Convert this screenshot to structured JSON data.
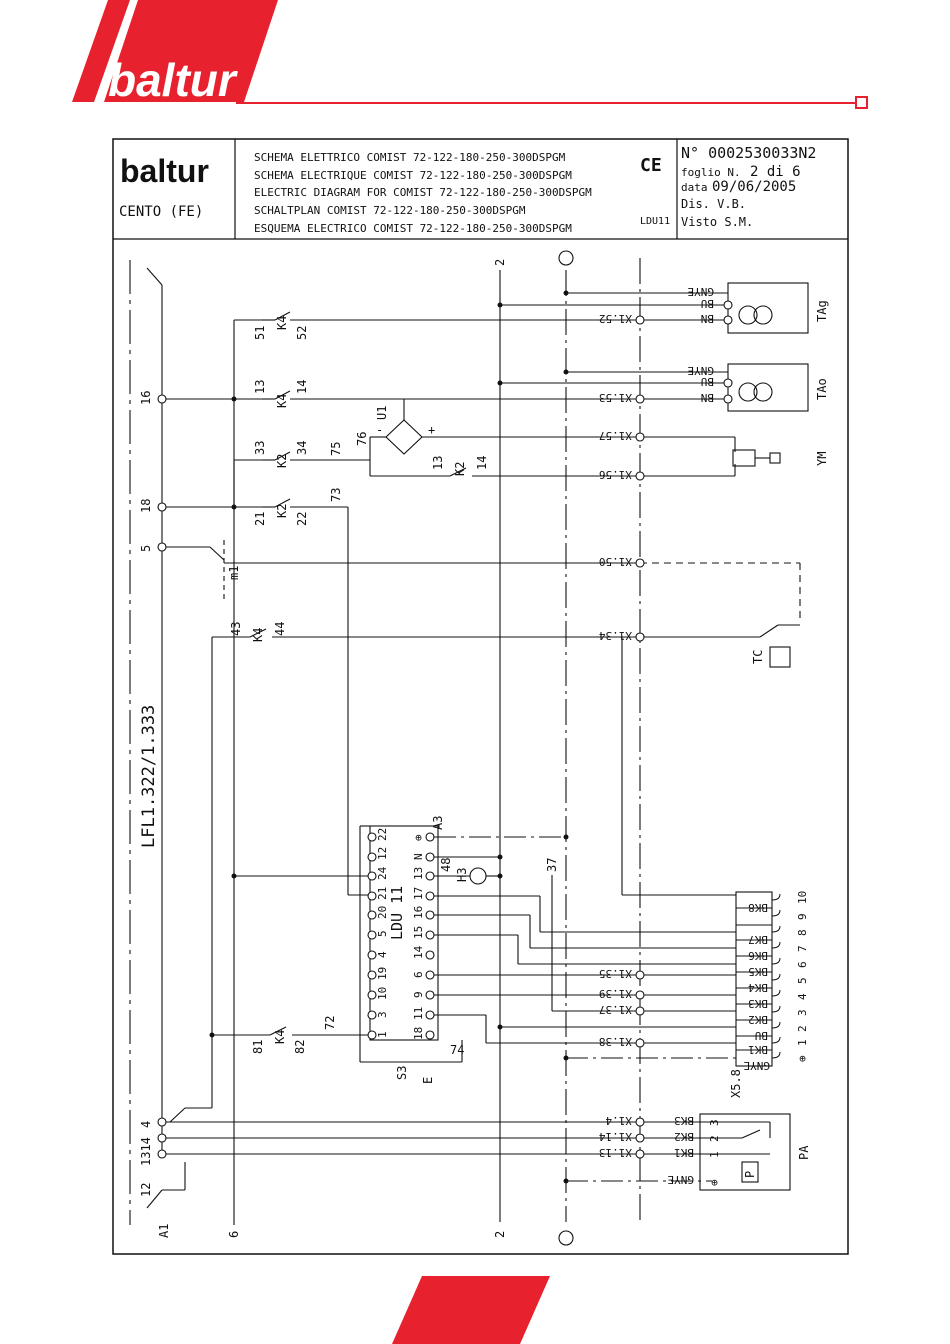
{
  "brand": {
    "logo_text": "baltur",
    "accent_color": "#e8212e",
    "location": "CENTO (FE)"
  },
  "titles": [
    "SCHEMA ELETTRICO COMIST 72-122-180-250-300DSPGM",
    "SCHEMA ELECTRIQUE COMIST 72-122-180-250-300DSPGM",
    "ELECTRIC DIAGRAM FOR COMIST 72-122-180-250-300DSPGM",
    "SCHALTPLAN COMIST 72-122-180-250-300DSPGM",
    "ESQUEMA ELECTRICO COMIST 72-122-180-250-300DSPGM"
  ],
  "ce_mark": "CE",
  "device_code": "LDU11",
  "doc": {
    "number": "N° 0002530033N2",
    "sheet_label": "foglio N.",
    "sheet_value": "2 di 6",
    "date_label": "data",
    "date_value": "09/06/2005",
    "drawn": "Dis. V.B.",
    "checked": "Visto S.M."
  },
  "diagram": {
    "lfl_label": "LFL1.322/1.333",
    "ldu_label": "LDU 11",
    "terminals_left": [
      "16",
      "18",
      "5",
      "4",
      "1314",
      "12"
    ],
    "bottom_labels": [
      "A1",
      "6",
      "2"
    ],
    "top_labels": [
      "2"
    ],
    "contacts": [
      {
        "name": "K4",
        "a": "51",
        "b": "52"
      },
      {
        "name": "K4",
        "a": "13",
        "b": "14"
      },
      {
        "name": "K2",
        "a": "33",
        "b": "34"
      },
      {
        "name": "K2",
        "a": "21",
        "b": "22"
      },
      {
        "name": "K2",
        "a": "13",
        "b": "14"
      },
      {
        "name": "K4",
        "a": "43",
        "b": "44"
      },
      {
        "name": "K4",
        "a": "81",
        "b": "82"
      }
    ],
    "wire_numbers": [
      "75",
      "76",
      "73",
      "72",
      "37",
      "48",
      "74"
    ],
    "components": [
      "U1",
      "m1",
      "A3",
      "H3",
      "S3",
      "TAg",
      "TAo",
      "YM",
      "TC",
      "PA",
      "X5.8",
      "P"
    ],
    "x1_terminals": [
      "X1.52",
      "X1.53",
      "X1.57",
      "X1.56",
      "X1.50",
      "X1.34",
      "X1.35",
      "X1.39",
      "X1.37",
      "X1.38",
      "X1.4",
      "X1.14",
      "X1.13"
    ],
    "wire_colors": [
      "GNYE",
      "BU",
      "BN"
    ],
    "ldu_pins_left": [
      "22",
      "12",
      "24",
      "21",
      "20",
      "5",
      "4",
      "19",
      "10",
      "3",
      "1"
    ],
    "ldu_pins_right": [
      "⊕",
      "N",
      "13",
      "17",
      "16",
      "15",
      "14",
      "6",
      "9",
      "11",
      "18"
    ],
    "connector_slots": [
      "BK8",
      "BK7",
      "BK6",
      "BK5",
      "BK4",
      "BK3",
      "BK2",
      "BU",
      "BK1",
      "GNYE"
    ],
    "connector_pins": [
      "10",
      "9",
      "8",
      "7",
      "6",
      "5",
      "4",
      "3",
      "2",
      "1",
      "⊕"
    ],
    "pa_labels": [
      "BK3",
      "BK2",
      "BK1",
      "GNYE"
    ],
    "pa_pins": [
      "3",
      "2",
      "1",
      "⊕"
    ],
    "u1_signs": [
      "-",
      "+"
    ],
    "e_label": "E"
  }
}
